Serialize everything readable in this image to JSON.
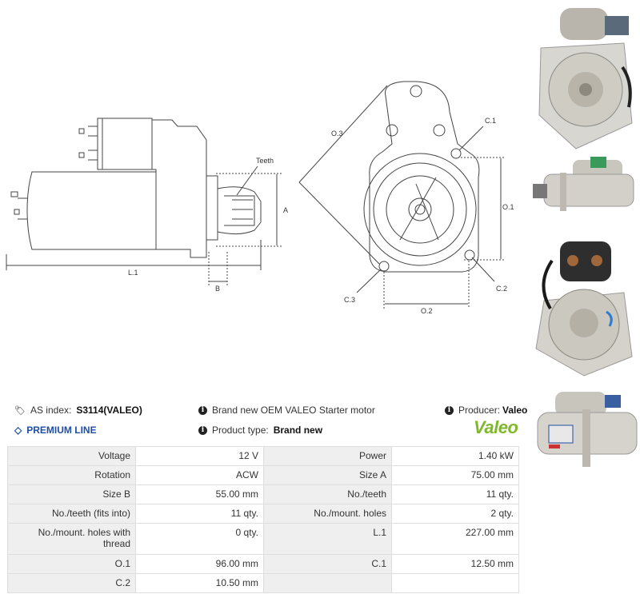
{
  "drawing": {
    "labels": {
      "teeth": "Teeth",
      "a": "A",
      "b": "B",
      "l1": "L.1",
      "o1": "O.1",
      "o2": "O.2",
      "o3": "O.3",
      "c1": "C.1",
      "c2": "C.2",
      "c3": "C.3"
    }
  },
  "info": {
    "as_index_label": "AS index:",
    "as_index_value": "S3114(VALEO)",
    "premium_line": "PREMIUM LINE",
    "description": "Brand new OEM VALEO Starter motor",
    "product_type_label": "Product type:",
    "product_type_value": "Brand new",
    "producer_label": "Producer:",
    "producer_value": "Valeo",
    "logo_text": "Valeo"
  },
  "specs": [
    {
      "l1": "Voltage",
      "v1": "12 V",
      "l2": "Power",
      "v2": "1.40 kW"
    },
    {
      "l1": "Rotation",
      "v1": "ACW",
      "l2": "Size A",
      "v2": "75.00 mm"
    },
    {
      "l1": "Size B",
      "v1": "55.00 mm",
      "l2": "No./teeth",
      "v2": "11 qty."
    },
    {
      "l1": "No./teeth (fits into)",
      "v1": "11 qty.",
      "l2": "No./mount. holes",
      "v2": "2 qty."
    },
    {
      "l1": "No./mount. holes with thread",
      "v1": "0 qty.",
      "l2": "L.1",
      "v2": "227.00 mm"
    },
    {
      "l1": "O.1",
      "v1": "96.00 mm",
      "l2": "C.1",
      "v2": "12.50 mm"
    },
    {
      "l1": "C.2",
      "v1": "10.50 mm",
      "l2": "",
      "v2": ""
    }
  ],
  "colors": {
    "premium": "#1f4ea3",
    "valeo_green": "#7fb82a",
    "table_label_bg": "#efefef",
    "table_border": "#dedede"
  },
  "icons": [
    "tags-icon",
    "info-icon",
    "diamond-icon"
  ]
}
